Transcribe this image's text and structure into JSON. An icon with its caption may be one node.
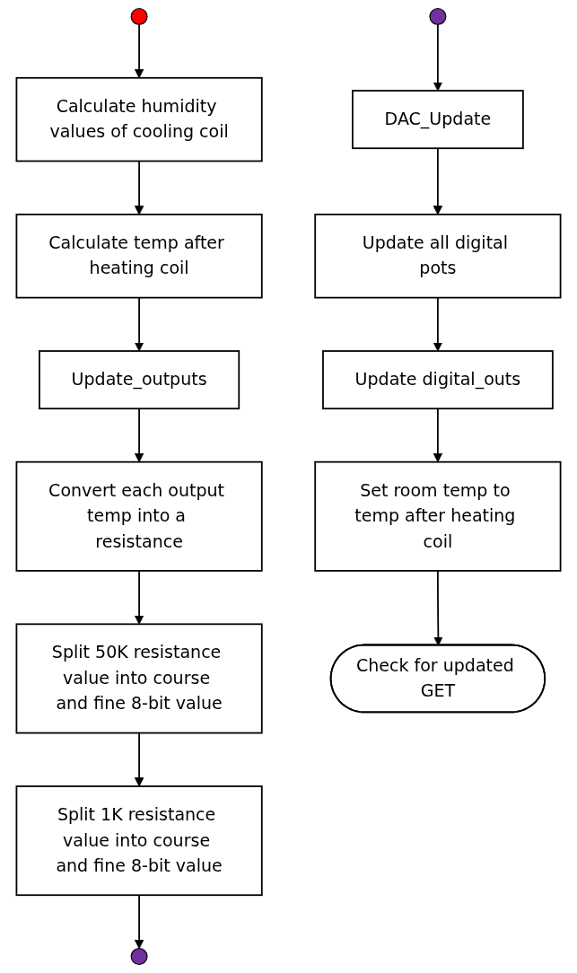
{
  "diagram": {
    "nodes": [
      {
        "text": [],
        "shape": "circle"
      },
      {
        "text": [
          "Calculate humidity values of cooling coil"
        ]
      },
      {
        "text": [
          "Calculate temp after heating coil"
        ]
      },
      {
        "text": [
          "Update_outputs"
        ]
      },
      {
        "text": [
          "Convert each output temp into a resistance"
        ]
      },
      {
        "text": [
          "Split 50K resistance value into course and fine 8-bit value"
        ]
      },
      {
        "text": [
          "Split 1K resistance value into course and fine 8-bit value"
        ]
      },
      {
        "text": [],
        "shape": "circle"
      },
      {
        "text": [],
        "shape": "circle"
      },
      {
        "text": [
          "DAC_Update"
        ]
      },
      {
        "text": [
          "Update all digital pots"
        ]
      },
      {
        "text": [
          "Update digital_outs"
        ]
      },
      {
        "text": [
          "Set room temp to temp after heating coil"
        ]
      },
      {
        "text": [
          "Check for updated GET"
        ]
      }
    ],
    "edges": [
      {
        "from": 0,
        "to": 1,
        "arrow": "to"
      },
      {
        "from": 1,
        "to": 2,
        "arrow": "to"
      },
      {
        "from": 2,
        "to": 3,
        "arrow": "to"
      },
      {
        "from": 3,
        "to": 4,
        "arrow": "to"
      },
      {
        "from": 4,
        "to": 5,
        "arrow": "to"
      },
      {
        "from": 5,
        "to": 6,
        "arrow": "to"
      },
      {
        "from": 6,
        "to": 7,
        "arrow": "to"
      },
      {
        "from": 8,
        "to": 9,
        "arrow": "to"
      },
      {
        "from": 9,
        "to": 10,
        "arrow": "to"
      },
      {
        "from": 10,
        "to": 11,
        "arrow": "to"
      },
      {
        "from": 11,
        "to": 12,
        "arrow": "to"
      },
      {
        "from": 12,
        "to": 13,
        "arrow": "to"
      }
    ]
  }
}
